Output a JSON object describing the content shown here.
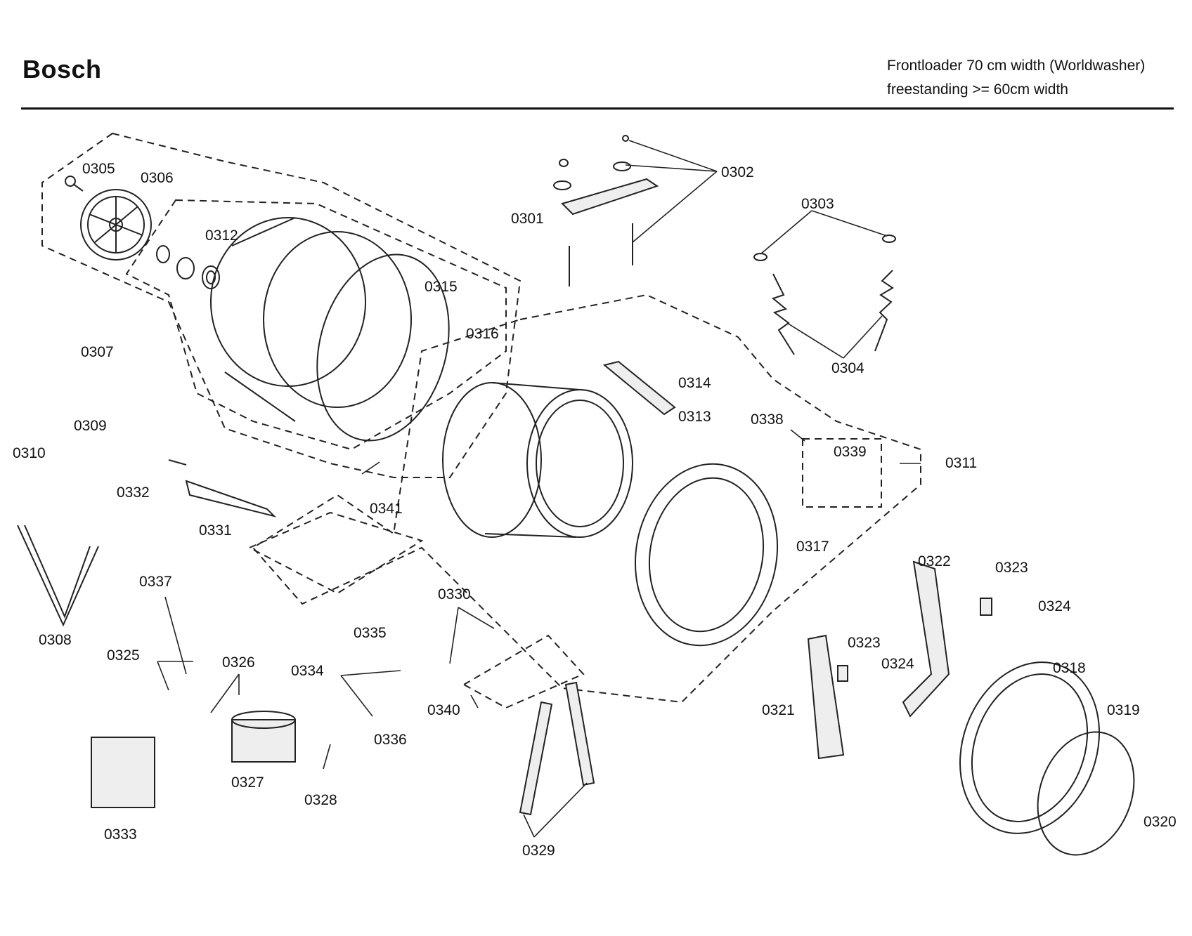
{
  "header": {
    "brand": "Bosch",
    "line1": "Frontloader 70 cm width (Worldwasher)",
    "line2": "freestanding >= 60cm width"
  },
  "parts": {
    "p0301": "0301",
    "p0302": "0302",
    "p0303": "0303",
    "p0304": "0304",
    "p0305": "0305",
    "p0306": "0306",
    "p0307": "0307",
    "p0308": "0308",
    "p0309": "0309",
    "p0310": "0310",
    "p0311": "0311",
    "p0312": "0312",
    "p0313": "0313",
    "p0314": "0314",
    "p0315": "0315",
    "p0316": "0316",
    "p0317": "0317",
    "p0318": "0318",
    "p0319": "0319",
    "p0320": "0320",
    "p0321": "0321",
    "p0322": "0322",
    "p0323a": "0323",
    "p0323b": "0323",
    "p0324a": "0324",
    "p0324b": "0324",
    "p0325": "0325",
    "p0326": "0326",
    "p0327": "0327",
    "p0328": "0328",
    "p0329": "0329",
    "p0330": "0330",
    "p0331": "0331",
    "p0332": "0332",
    "p0333": "0333",
    "p0334": "0334",
    "p0335": "0335",
    "p0336": "0336",
    "p0337": "0337",
    "p0338": "0338",
    "p0339": "0339",
    "p0340": "0340",
    "p0341": "0341"
  }
}
